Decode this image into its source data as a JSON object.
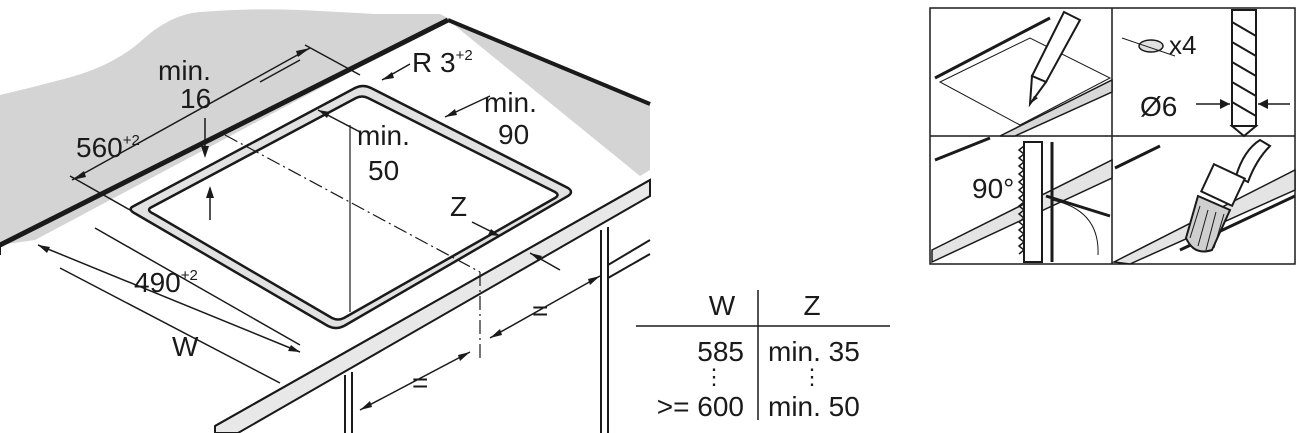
{
  "dimensions": {
    "min_16_top": "min.",
    "min_16_bottom": "16",
    "r_label": "R 3",
    "r_sup": "+2",
    "width560": "560",
    "width560_sup": "+2",
    "min_50_top": "min.",
    "min_50_bottom": "50",
    "min_90_top": "min.",
    "min_90_bottom": "90",
    "z_label": "Z",
    "depth490": "490",
    "depth490_sup": "+2",
    "w_label": "W",
    "equal_1": "=",
    "equal_2": "="
  },
  "table": {
    "headers": [
      "W",
      "Z"
    ],
    "rows": [
      {
        "w": "585",
        "z": "min. 35"
      },
      {
        "w": ">= 600",
        "z": "min. 50"
      }
    ],
    "ellipsis": "⋮"
  },
  "panels": {
    "screws_count": "x4",
    "drill_diameter": "Ø6",
    "saw_angle": "90°"
  },
  "icons": [
    "pencil-icon",
    "drill-bit-icon",
    "screw-icon",
    "saw-blade-icon",
    "brush-icon"
  ],
  "colors": {
    "background": "#ffffff",
    "wall": "#d4d4d4",
    "countertop_edge": "#e0e0e0",
    "line": "#1a1a1a"
  }
}
